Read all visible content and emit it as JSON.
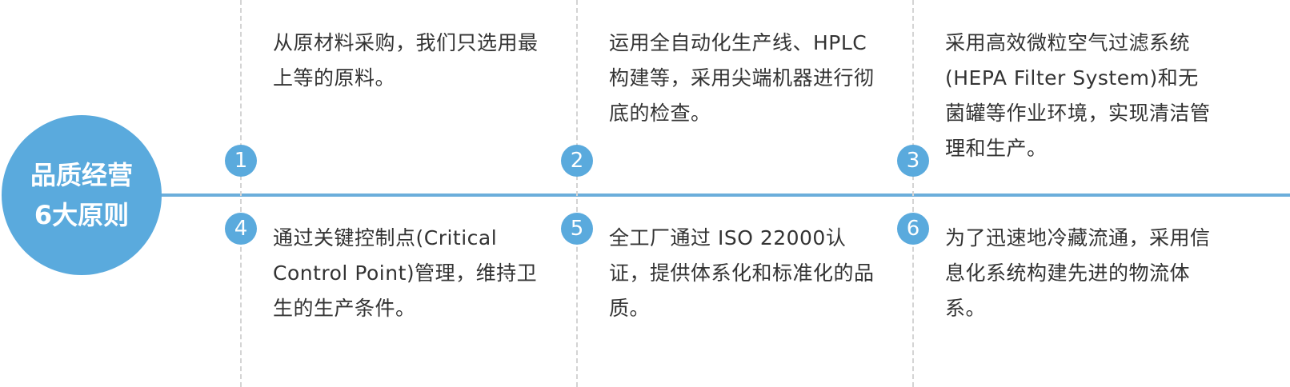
{
  "badge": {
    "line1": "品质经营",
    "line2": "6大原则"
  },
  "principles": [
    {
      "number": "1",
      "text": "从原材料采购，我们只选用最上等的原料。"
    },
    {
      "number": "2",
      "text": "运用全自动化生产线、HPLC构建等，采用尖端机器进行彻底的检查。"
    },
    {
      "number": "3",
      "text": "采用高效微粒空气过滤系统(HEPA Filter System)和无菌罐等作业环境，实现清洁管理和生产。"
    },
    {
      "number": "4",
      "text": "通过关键控制点(Critical Control Point)管理，维持卫生的生产条件。"
    },
    {
      "number": "5",
      "text": "全工厂通过 ISO 22000认证，提供体系化和标准化的品质。"
    },
    {
      "number": "6",
      "text": "为了迅速地冷藏流通，采用信息化系统构建先进的物流体系。"
    }
  ],
  "colors": {
    "accent": "#5aaadd",
    "timeline": "#6baedb",
    "divider": "#d4d4d4",
    "text": "#333333"
  }
}
